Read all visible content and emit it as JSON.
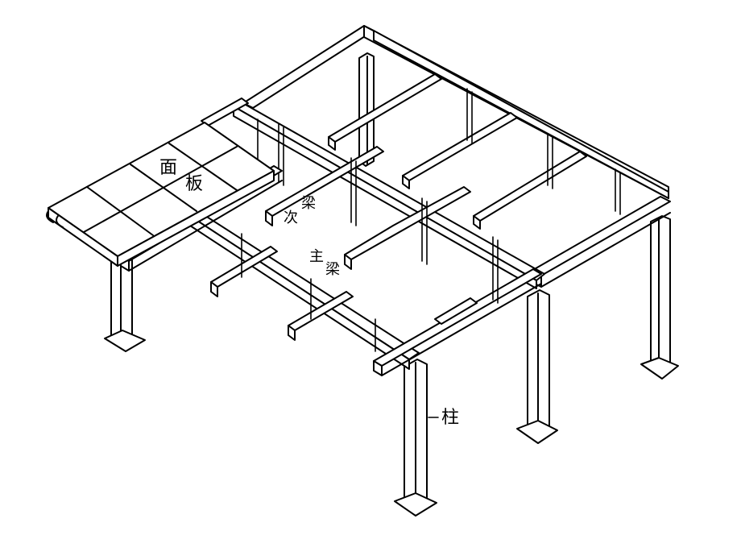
{
  "labels": {
    "panel": [
      "面",
      "板"
    ],
    "secondary_beam": [
      "次",
      "梁"
    ],
    "main_beam": [
      "主",
      "梁"
    ],
    "column": "柱"
  },
  "colors": {
    "line": "#000000",
    "background": "#ffffff"
  }
}
